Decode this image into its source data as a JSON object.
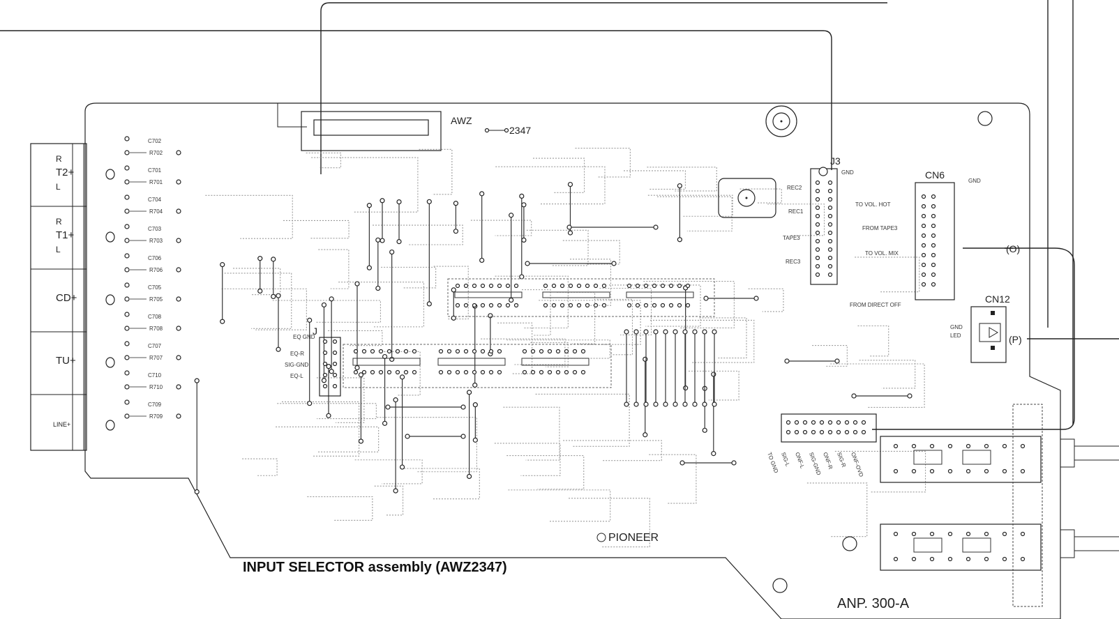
{
  "title": "INPUT SELECTOR assembly (AWZ2347)",
  "board_code": "AWZ",
  "board_number": "2347",
  "board_id": "ANP. 300-A",
  "brand": "PIONEER",
  "inputs": [
    "R\nT2+\nL",
    "R\nT1+\nL",
    "CD+",
    "TU+",
    "LINE+"
  ],
  "connectors": {
    "j3": "J3",
    "j": "J",
    "cn6": "CN6",
    "cn12": "CN12",
    "o_label": "(O)",
    "p_label": "(P)"
  },
  "j3_pins": [
    "REC2",
    "REC1",
    "TAPE3",
    "REC3"
  ],
  "j3_gnd": "GND",
  "cn6_pins": [
    "TO VOL. HOT",
    "FROM TAPE3",
    "TO VOL. MIX",
    "FROM DIRECT OFF"
  ],
  "cn6_gnd": "GND",
  "cn12_pins": [
    "GND",
    "LED"
  ],
  "j_pins": [
    "EQ GND",
    "EQ-R",
    "SIG-GND",
    "EQ-L"
  ],
  "bottom_conn_pins": [
    "TO GND",
    "SIG-L",
    "ONF-L",
    "SIG-GND",
    "ONF-R",
    "SIG-R",
    "ONF-OVD"
  ],
  "resistors": [
    "R702",
    "R701",
    "R704",
    "R703",
    "R706",
    "R705",
    "R708",
    "R707",
    "R710",
    "R709"
  ],
  "capacitors": [
    "C702",
    "C701",
    "C704",
    "C703",
    "C706",
    "C705",
    "C708",
    "C707",
    "C710",
    "C709"
  ]
}
